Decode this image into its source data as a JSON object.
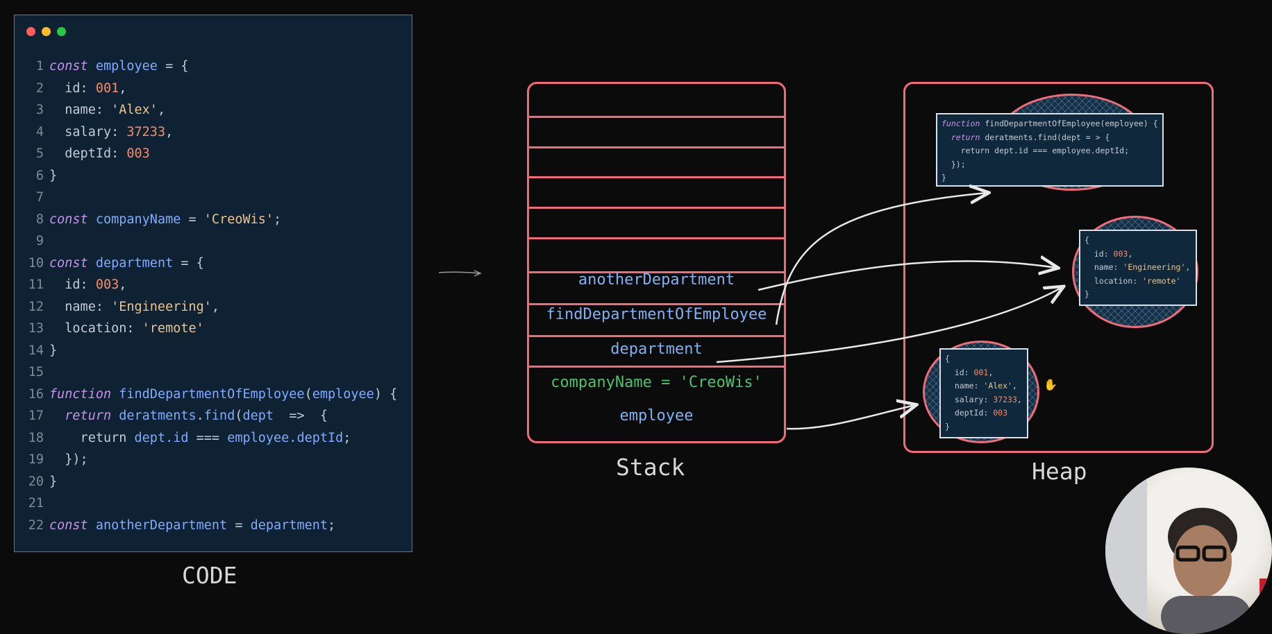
{
  "editor": {
    "window_controls": [
      "close",
      "minimize",
      "maximize"
    ],
    "colors": {
      "close": "#fe5f57",
      "minimize": "#febc2e",
      "maximize": "#28c840"
    },
    "lines": [
      {
        "n": "1",
        "tokens": [
          [
            "kw",
            "const"
          ],
          [
            "pl",
            " "
          ],
          [
            "id",
            "employee"
          ],
          [
            "pl",
            " = {"
          ]
        ]
      },
      {
        "n": "2",
        "tokens": [
          [
            "pl",
            "  id: "
          ],
          [
            "num",
            "001"
          ],
          [
            "pl",
            ","
          ]
        ]
      },
      {
        "n": "3",
        "tokens": [
          [
            "pl",
            "  name: "
          ],
          [
            "str",
            "'Alex'"
          ],
          [
            "pl",
            ","
          ]
        ]
      },
      {
        "n": "4",
        "tokens": [
          [
            "pl",
            "  salary: "
          ],
          [
            "num",
            "37233"
          ],
          [
            "pl",
            ","
          ]
        ]
      },
      {
        "n": "5",
        "tokens": [
          [
            "pl",
            "  deptId: "
          ],
          [
            "num",
            "003"
          ]
        ]
      },
      {
        "n": "6",
        "tokens": [
          [
            "pl",
            "}"
          ]
        ]
      },
      {
        "n": "7",
        "tokens": []
      },
      {
        "n": "8",
        "tokens": [
          [
            "kw",
            "const"
          ],
          [
            "pl",
            " "
          ],
          [
            "id",
            "companyName"
          ],
          [
            "pl",
            " = "
          ],
          [
            "str",
            "'CreoWis'"
          ],
          [
            "pl",
            ";"
          ]
        ]
      },
      {
        "n": "9",
        "tokens": []
      },
      {
        "n": "10",
        "tokens": [
          [
            "kw",
            "const"
          ],
          [
            "pl",
            " "
          ],
          [
            "id",
            "department"
          ],
          [
            "pl",
            " = {"
          ]
        ]
      },
      {
        "n": "11",
        "tokens": [
          [
            "pl",
            "  id: "
          ],
          [
            "num",
            "003"
          ],
          [
            "pl",
            ","
          ]
        ]
      },
      {
        "n": "12",
        "tokens": [
          [
            "pl",
            "  name: "
          ],
          [
            "str",
            "'Engineering'"
          ],
          [
            "pl",
            ","
          ]
        ]
      },
      {
        "n": "13",
        "tokens": [
          [
            "pl",
            "  location: "
          ],
          [
            "str",
            "'remote'"
          ]
        ]
      },
      {
        "n": "14",
        "tokens": [
          [
            "pl",
            "}"
          ]
        ]
      },
      {
        "n": "15",
        "tokens": []
      },
      {
        "n": "16",
        "tokens": [
          [
            "kw",
            "function"
          ],
          [
            "pl",
            " "
          ],
          [
            "fn",
            "findDepartmentOfEmployee"
          ],
          [
            "pl",
            "("
          ],
          [
            "id",
            "employee"
          ],
          [
            "pl",
            ") {"
          ]
        ]
      },
      {
        "n": "17",
        "tokens": [
          [
            "pl",
            "  "
          ],
          [
            "kw",
            "return"
          ],
          [
            "pl",
            " "
          ],
          [
            "id",
            "deratments"
          ],
          [
            "pl",
            "."
          ],
          [
            "fn",
            "find"
          ],
          [
            "pl",
            "("
          ],
          [
            "id",
            "dept"
          ],
          [
            "pl",
            "  =>  {"
          ]
        ]
      },
      {
        "n": "18",
        "tokens": [
          [
            "pl",
            "    return "
          ],
          [
            "id",
            "dept.id"
          ],
          [
            "pl",
            " === "
          ],
          [
            "id",
            "employee.deptId"
          ],
          [
            "pl",
            ";"
          ]
        ]
      },
      {
        "n": "19",
        "tokens": [
          [
            "pl",
            "  });"
          ]
        ]
      },
      {
        "n": "20",
        "tokens": [
          [
            "pl",
            "}"
          ]
        ]
      },
      {
        "n": "21",
        "tokens": []
      },
      {
        "n": "22",
        "tokens": [
          [
            "kw",
            "const"
          ],
          [
            "pl",
            " "
          ],
          [
            "id",
            "anotherDepartment"
          ],
          [
            "pl",
            " = "
          ],
          [
            "id",
            "department"
          ],
          [
            "pl",
            ";"
          ]
        ]
      }
    ]
  },
  "labels": {
    "code": "CODE",
    "stack": "Stack",
    "heap": "Heap"
  },
  "stack": {
    "empty_slots": 6,
    "items": [
      {
        "label": "anotherDepartment",
        "color": "#7fb2f5"
      },
      {
        "label": "findDepartmentOfEmployee",
        "color": "#7fb2f5"
      },
      {
        "label": "department",
        "color": "#7fb2f5"
      },
      {
        "label": "companyName = 'CreoWis'",
        "color": "#4cc36a"
      },
      {
        "label": "employee",
        "color": "#7fb2f5"
      }
    ]
  },
  "heap": {
    "function_card": [
      [
        [
          "kw",
          "function"
        ],
        [
          "pl",
          " findDepartmentOfEmployee(employee) {"
        ]
      ],
      [
        [
          "pl",
          "  "
        ],
        [
          "kw",
          "return"
        ],
        [
          "pl",
          " deratments.find(dept = > {"
        ]
      ],
      [
        [
          "pl",
          "    return dept.id === employee.deptId;"
        ]
      ],
      [
        [
          "pl",
          "  });"
        ]
      ],
      [
        [
          "pl",
          "}"
        ]
      ]
    ],
    "department_card": [
      [
        [
          "pl",
          "{"
        ]
      ],
      [
        [
          "pl",
          "  id: "
        ],
        [
          "num",
          "003"
        ],
        [
          "pl",
          ","
        ]
      ],
      [
        [
          "pl",
          "  name: "
        ],
        [
          "str",
          "'Engineering'"
        ],
        [
          "pl",
          ","
        ]
      ],
      [
        [
          "pl",
          "  location: "
        ],
        [
          "str",
          "'remote'"
        ]
      ],
      [
        [
          "pl",
          "}"
        ]
      ]
    ],
    "employee_card": [
      [
        [
          "pl",
          "{"
        ]
      ],
      [
        [
          "pl",
          "  id: "
        ],
        [
          "num",
          "001"
        ],
        [
          "pl",
          ","
        ]
      ],
      [
        [
          "pl",
          "  name: "
        ],
        [
          "str",
          "'Alex'"
        ],
        [
          "pl",
          ","
        ]
      ],
      [
        [
          "pl",
          "  salary: "
        ],
        [
          "num",
          "37233"
        ],
        [
          "pl",
          ","
        ]
      ],
      [
        [
          "pl",
          "  deptId: "
        ],
        [
          "num",
          "003"
        ]
      ],
      [
        [
          "pl",
          "}"
        ]
      ]
    ]
  },
  "colors": {
    "accent": "#f26b78",
    "arrow": "#e8e8e8",
    "panel": "#0f2233"
  }
}
